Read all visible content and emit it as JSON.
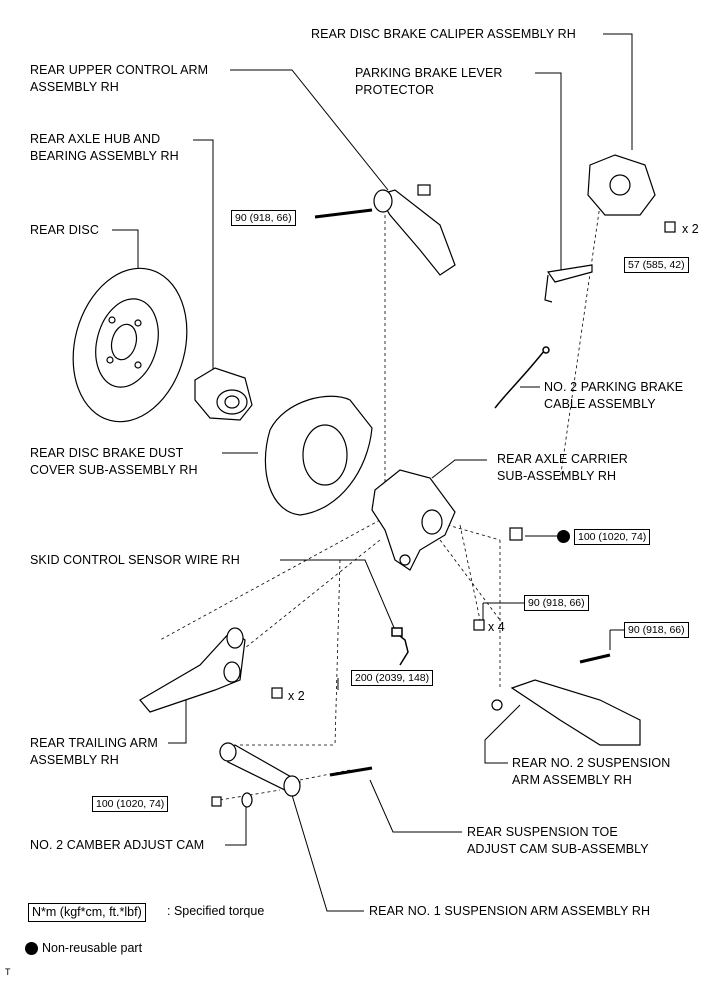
{
  "labels": {
    "caliper": "REAR DISC BRAKE CALIPER ASSEMBLY RH",
    "upper_arm": "REAR UPPER CONTROL ARM\nASSEMBLY RH",
    "pb_protector": "PARKING BRAKE LEVER\nPROTECTOR",
    "hub": "REAR AXLE HUB AND\nBEARING ASSEMBLY RH",
    "disc": "REAR DISC",
    "pb_cable": "NO. 2 PARKING BRAKE\nCABLE ASSEMBLY",
    "dust_cover": "REAR DISC BRAKE DUST\nCOVER SUB-ASSEMBLY RH",
    "carrier": "REAR AXLE CARRIER\nSUB-ASSEMBLY RH",
    "skid_sensor": "SKID CONTROL SENSOR WIRE RH",
    "trailing_arm": "REAR TRAILING ARM\nASSEMBLY RH",
    "no2_arm": "REAR NO. 2 SUSPENSION\nARM ASSEMBLY RH",
    "camber_cam": "NO. 2 CAMBER ADJUST CAM",
    "toe_cam": "REAR SUSPENSION TOE\nADJUST CAM SUB-ASSEMBLY",
    "no1_arm": "REAR NO. 1 SUSPENSION ARM ASSEMBLY RH"
  },
  "torques": {
    "upper_arm_bolt": "90 (918, 66)",
    "caliper_bolt": "57 (585, 42)",
    "carrier_nut": "100 (1020, 74)",
    "carrier_bolts": "90 (918, 66)",
    "no2_arm_bolt": "90 (918, 66)",
    "trailing_arm_bolts": "200 (2039, 148)",
    "no1_arm_nut": "100 (1020, 74)"
  },
  "multipliers": {
    "caliper": "x 2",
    "carrier": "x 4",
    "trailing": "x 2"
  },
  "legend": {
    "torque_key": "N*m (kgf*cm, ft.*lbf)",
    "torque_desc": ": Specified torque",
    "nonreusable": "Non-reusable part"
  },
  "corner_mark": "T"
}
